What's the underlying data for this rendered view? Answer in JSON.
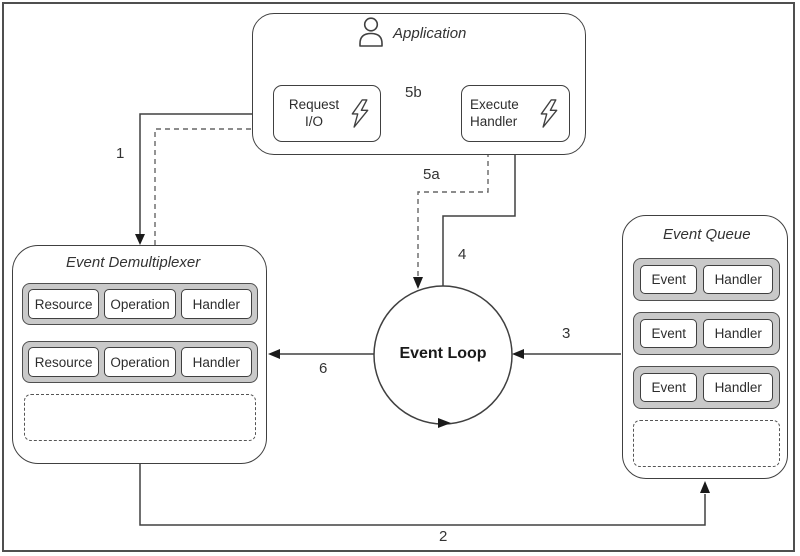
{
  "application": {
    "title": "Application",
    "icon": "person-icon",
    "request_io": {
      "label": "Request I/O",
      "icon": "lightning-icon"
    },
    "execute_handler": {
      "label": "Execute Handler",
      "icon": "lightning-icon"
    }
  },
  "event_demultiplexer": {
    "title": "Event Demultiplexer",
    "rows": [
      {
        "cells": [
          "Resource",
          "Operation",
          "Handler"
        ]
      },
      {
        "cells": [
          "Resource",
          "Operation",
          "Handler"
        ]
      }
    ]
  },
  "event_queue": {
    "title": "Event Queue",
    "rows": [
      {
        "cells": [
          "Event",
          "Handler"
        ]
      },
      {
        "cells": [
          "Event",
          "Handler"
        ]
      },
      {
        "cells": [
          "Event",
          "Handler"
        ]
      }
    ]
  },
  "event_loop": {
    "label": "Event Loop"
  },
  "arrow_labels": {
    "step1": "1",
    "step2": "2",
    "step3": "3",
    "step4": "4",
    "step5a": "5a",
    "step5b": "5b",
    "step6": "6"
  },
  "colors": {
    "line_color": "#404040",
    "dashed_line_color": "#666666",
    "row_fill": "#c9c9c9",
    "text_color": "#2d2d2d",
    "frame_border_color": "#4f4f4f"
  }
}
